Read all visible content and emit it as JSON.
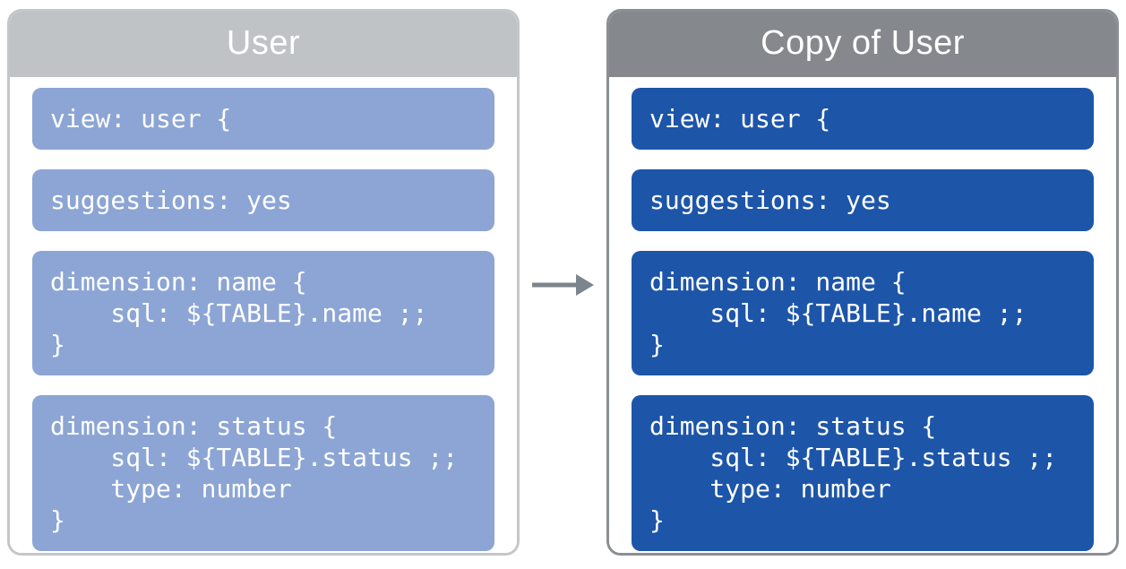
{
  "colors": {
    "page_bg": "#ffffff",
    "text": "#ffffff",
    "left_header_bg": "#bfc3c6",
    "left_panel_border": "#c4c7ca",
    "left_block_bg": "#8ca5d4",
    "right_header_bg": "#85898d",
    "right_panel_border": "#8b8f93",
    "right_block_bg": "#1d55a9",
    "arrow": "#7d858c"
  },
  "left_panel": {
    "title": "User",
    "blocks": [
      {
        "code": "view: user {"
      },
      {
        "code": "suggestions: yes"
      },
      {
        "code": "dimension: name {\n    sql: ${TABLE}.name ;;\n}"
      },
      {
        "code": "dimension: status {\n    sql: ${TABLE}.status ;;\n    type: number\n}"
      }
    ]
  },
  "right_panel": {
    "title": "Copy of User",
    "blocks": [
      {
        "code": "view: user {"
      },
      {
        "code": "suggestions: yes"
      },
      {
        "code": "dimension: name {\n    sql: ${TABLE}.name ;;\n}"
      },
      {
        "code": "dimension: status {\n    sql: ${TABLE}.status ;;\n    type: number\n}"
      }
    ]
  },
  "arrow": {
    "direction": "right"
  }
}
